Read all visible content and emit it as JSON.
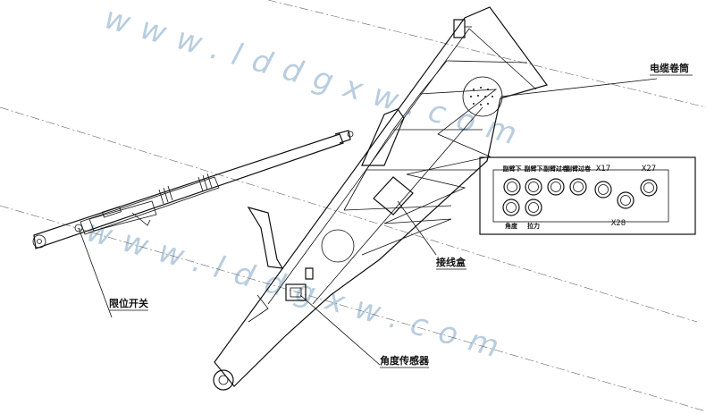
{
  "watermark": {
    "text_a": "www.lddgxw.com",
    "text_b": "www.lddgxw.com"
  },
  "callouts": {
    "cable_reel": "电缆卷筒",
    "junction_box": "接线盒",
    "limit_switch": "限位开关",
    "angle_sensor": "角度传感器"
  },
  "panel": {
    "connectors_top": [
      {
        "label": "副臂下"
      },
      {
        "label": "副臂下"
      },
      {
        "label": "副臂过卷"
      },
      {
        "label": "副臂过卷"
      },
      {
        "label": "X17"
      },
      {
        "label": "X27"
      }
    ],
    "connectors_bottom": [
      {
        "label": "角度"
      },
      {
        "label": "拉力"
      },
      {
        "label": "X28"
      }
    ]
  },
  "colors": {
    "line": "#111111",
    "watermark": "#b8cde0"
  }
}
